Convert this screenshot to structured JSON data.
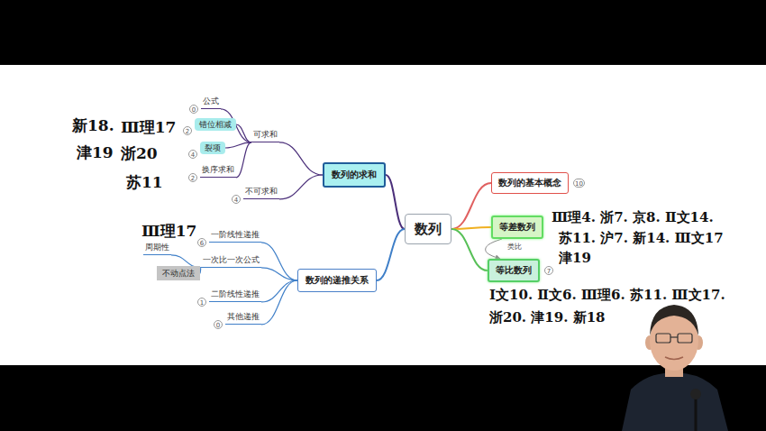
{
  "diagram": {
    "nodes": [
      {
        "text": [
          "数列"
        ]
      },
      {
        "text": [
          "数列的基本概念"
        ]
      },
      {
        "text": [
          "等差数列"
        ]
      },
      {
        "text": [
          "等比数列"
        ]
      },
      {
        "text": [
          "数列的求和"
        ]
      },
      {
        "text": [
          "可求和"
        ]
      },
      {
        "text": [
          "公式"
        ]
      },
      {
        "text": [
          "错位相减"
        ]
      },
      {
        "text": [
          "裂项"
        ]
      },
      {
        "text": [
          "换序求和"
        ]
      },
      {
        "text": [
          "不可求和"
        ]
      },
      {
        "text": [
          "数列的递推关系"
        ]
      },
      {
        "text": [
          "一阶线性递推"
        ]
      },
      {
        "text": [
          "一次比一次公式"
        ]
      },
      {
        "text": [
          "周期性"
        ]
      },
      {
        "text": [
          "不动点法"
        ]
      },
      {
        "text": [
          "二阶线性递推"
        ]
      },
      {
        "text": [
          "其他递推"
        ]
      }
    ],
    "edges": [
      {
        "from": 0,
        "to": 1,
        "arrow": "none"
      },
      {
        "from": 0,
        "to": 2,
        "arrow": "none"
      },
      {
        "from": 0,
        "to": 3,
        "arrow": "none"
      },
      {
        "from": 2,
        "to": 3,
        "label": "类比",
        "arrow": "to"
      },
      {
        "from": 0,
        "to": 4,
        "arrow": "none"
      },
      {
        "from": 0,
        "to": 11,
        "arrow": "none"
      },
      {
        "from": 4,
        "to": 5,
        "arrow": "none"
      },
      {
        "from": 4,
        "to": 10,
        "arrow": "none"
      },
      {
        "from": 5,
        "to": 6,
        "arrow": "none"
      },
      {
        "from": 5,
        "to": 7,
        "arrow": "none"
      },
      {
        "from": 5,
        "to": 8,
        "arrow": "none"
      },
      {
        "from": 5,
        "to": 9,
        "arrow": "none"
      },
      {
        "from": 11,
        "to": 12,
        "arrow": "none"
      },
      {
        "from": 11,
        "to": 13,
        "arrow": "none"
      },
      {
        "from": 11,
        "to": 16,
        "arrow": "none"
      },
      {
        "from": 11,
        "to": 17,
        "arrow": "none"
      },
      {
        "from": 13,
        "to": 14,
        "arrow": "none"
      },
      {
        "from": 13,
        "to": 15,
        "arrow": "none"
      }
    ],
    "labels": [
      "新18.",
      "Ⅲ理17",
      "津19",
      "浙20",
      "苏11",
      "Ⅲ理17",
      "Ⅲ理4. 浙7. 京8. Ⅱ文14.",
      "苏11. 沪7. 新14. Ⅲ文17",
      "津19",
      "Ⅰ文10. Ⅱ文6. Ⅲ理6. 苏11. Ⅲ文17.",
      "浙20. 津19. 新18",
      "10",
      "7",
      "0",
      "2",
      "4",
      "2",
      "4",
      "6",
      "1",
      "0"
    ]
  }
}
